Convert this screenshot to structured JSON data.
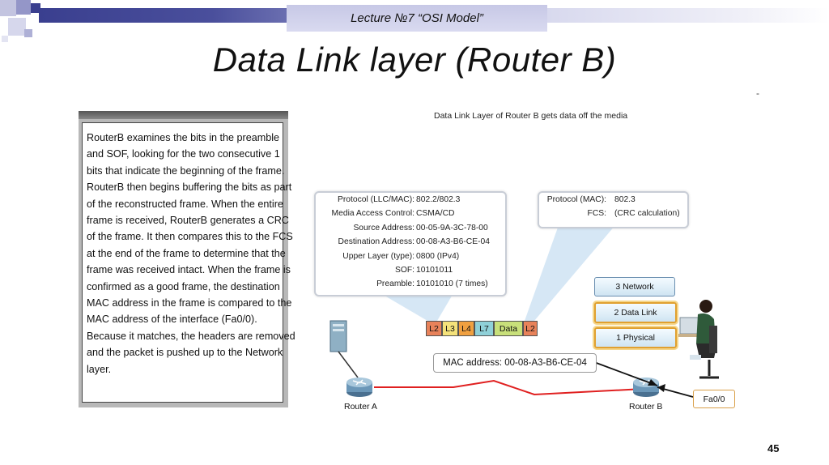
{
  "header": {
    "lecture_label": "Lecture  №7 “OSI Model”"
  },
  "slide": {
    "title": "Data Link layer  (Router B)",
    "page_number": "45"
  },
  "panel": {
    "lines": [
      "RouterB examines the bits in the preamble",
      "and SOF, looking for the two consecutive 1",
      "bits that indicate the beginning of the frame.",
      "RouterB then begins buffering the bits as part",
      "of the reconstructed frame. When the entire",
      "frame is received, RouterB generates a CRC",
      "of the frame. It then compares this to the FCS",
      "at the end of the frame to determine that the",
      "frame was received intact. When the frame is",
      "confirmed as a good frame, the destination",
      "MAC address in the frame is compared to the",
      "MAC address of the interface (Fa0/0).",
      "Because it matches, the headers are removed",
      "and the packet is pushed up to the Network",
      "layer."
    ]
  },
  "diagram": {
    "caption": "Data Link Layer of Router B gets data off the media",
    "tick": "-",
    "left_callout": [
      {
        "key": "Protocol (LLC/MAC):",
        "value": "802.2/802.3"
      },
      {
        "key": "Media Access Control:",
        "value": "CSMA/CD"
      },
      {
        "key": "Source Address:",
        "value": "00-05-9A-3C-78-00"
      },
      {
        "key": "Destination Address:",
        "value": "00-08-A3-B6-CE-04"
      },
      {
        "key": "Upper Layer (type):",
        "value": "0800 (IPv4)"
      },
      {
        "key": "SOF:",
        "value": "10101011"
      },
      {
        "key": "Preamble:",
        "value": "10101010 (7 times)"
      }
    ],
    "right_callout": [
      {
        "key": "Protocol (MAC):",
        "value": "802.3"
      },
      {
        "key": "FCS:",
        "value": "(CRC calculation)"
      }
    ],
    "frame": [
      {
        "label": "L2",
        "color": "#e8825a"
      },
      {
        "label": "L3",
        "color": "#f4e27a"
      },
      {
        "label": "L4",
        "color": "#f0a040"
      },
      {
        "label": "L7",
        "color": "#8fd0d8"
      },
      {
        "label": "Data",
        "color": "#c8e07a"
      },
      {
        "label": "L2",
        "color": "#e8825a"
      }
    ],
    "layers": {
      "network": "3 Network",
      "data_link": "2 Data Link",
      "physical": "1 Physical"
    },
    "mac_address": "MAC address: 00-08-A3-B6-CE-04",
    "interface": "Fa0/0",
    "router_a": "Router A",
    "router_b": "Router B",
    "colors": {
      "link": "#e02020",
      "brand_bar": "#3a3f8f",
      "highlight": "#e0a030"
    }
  }
}
